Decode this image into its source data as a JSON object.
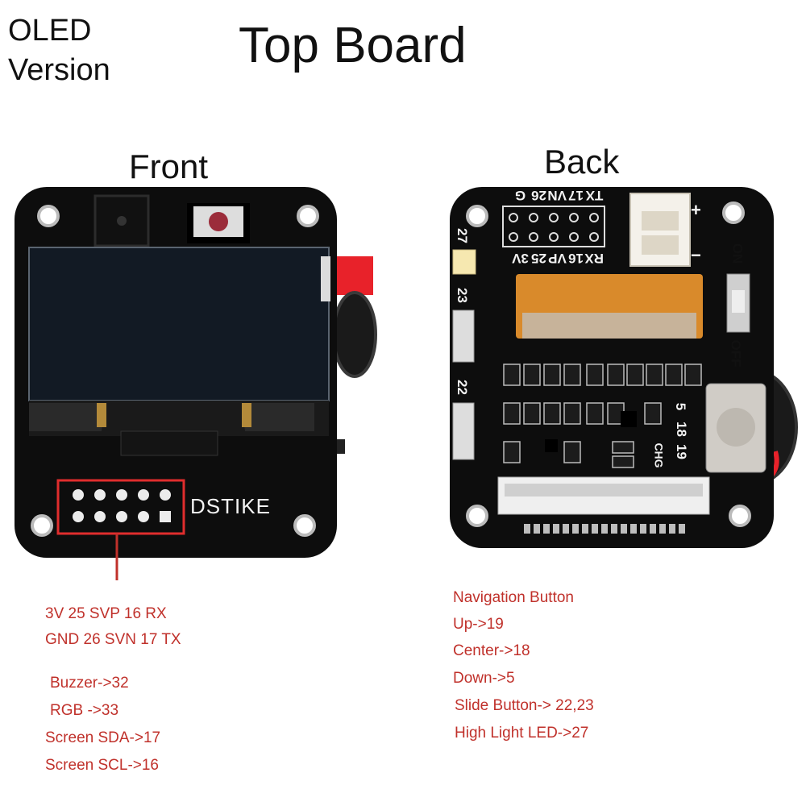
{
  "header": {
    "title": "Top Board",
    "version_line1": "OLED",
    "version_line2": "Version"
  },
  "front": {
    "label": "Front",
    "brand": "DSTIKE",
    "pin_notes": [
      "3V 25  SVP 16 RX",
      "GND 26 SVN 17 TX"
    ],
    "gpio_notes": [
      "Buzzer->32",
      "RGB ->33",
      "Screen SDA->17",
      "Screen SCL->16"
    ]
  },
  "back": {
    "label": "Back",
    "header_top_labels": [
      "G",
      "26",
      "VN",
      "17",
      "TX"
    ],
    "header_bottom_labels": [
      "3V",
      "25",
      "VP",
      "16",
      "RX"
    ],
    "led_label": "27",
    "slide_labels": [
      "23",
      "22"
    ],
    "nav_labels": [
      "5",
      "18",
      "19"
    ],
    "power_plus": "+",
    "power_minus": "−",
    "switch_on": "ON",
    "switch_off": "OFF",
    "chg_label": "CHG",
    "notes": [
      "Navigation Button",
      "Up->19",
      "Center->18",
      "Down->5",
      "Slide Button-> 22,23",
      "High Light LED->27"
    ]
  },
  "colors": {
    "note_red": "#c0312b",
    "pcb_black": "#0d0d0d",
    "silkscreen": "#f2f2f2",
    "flex_orange": "#d98a2b",
    "tab_red": "#e8222a"
  }
}
